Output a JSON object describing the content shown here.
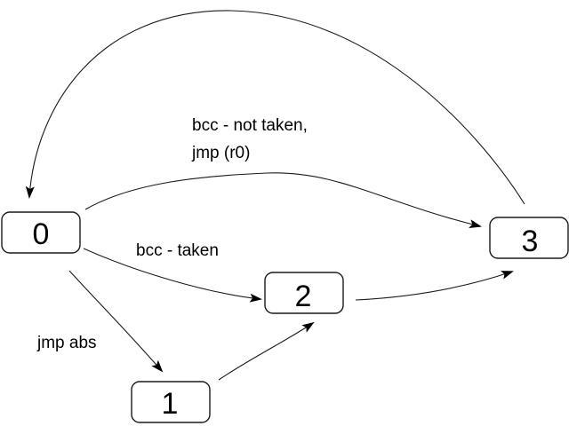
{
  "states": [
    {
      "id": "s0",
      "label": "0"
    },
    {
      "id": "s1",
      "label": "1"
    },
    {
      "id": "s2",
      "label": "2"
    },
    {
      "id": "s3",
      "label": "3"
    }
  ],
  "edges": [
    {
      "from": "s3",
      "to": "s0",
      "label": ""
    },
    {
      "from": "s0",
      "to": "s3",
      "label_lines": [
        "bcc - not taken,",
        "jmp (r0)"
      ]
    },
    {
      "from": "s0",
      "to": "s2",
      "label": "bcc - taken"
    },
    {
      "from": "s0",
      "to": "s1",
      "label": "jmp abs"
    },
    {
      "from": "s1",
      "to": "s2",
      "label": ""
    },
    {
      "from": "s2",
      "to": "s3",
      "label": ""
    }
  ],
  "colors": {
    "line": "#1a1a1a",
    "box_fill": "#ffffff",
    "text": "#000000"
  }
}
